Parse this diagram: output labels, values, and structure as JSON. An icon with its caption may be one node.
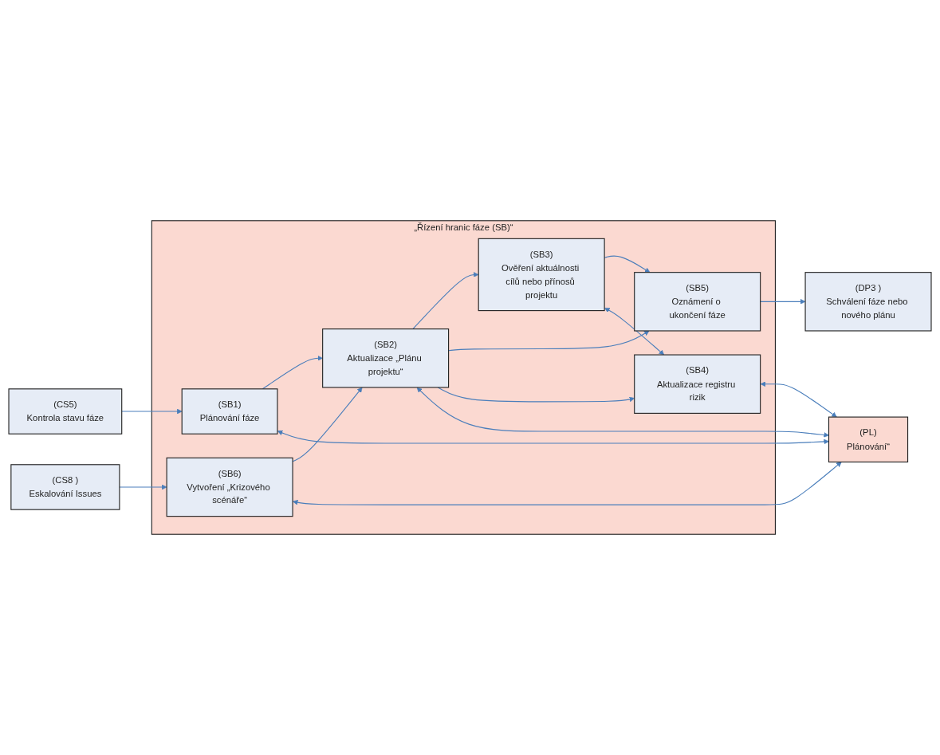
{
  "diagram": {
    "nodes": [
      {
        "text": [
          "„Řízení hranic fáze (SB)“"
        ]
      },
      {
        "text": [
          "(SB5)",
          "Oznámení o ukončení fáze"
        ],
        "in": 0
      },
      {
        "text": [
          "(DP3 )",
          "Schválení fáze nebo nového plánu"
        ]
      },
      {
        "text": [
          "(CS5)",
          "Kontrola stavu fáze"
        ]
      },
      {
        "text": [
          "(SB1)",
          "Plánování fáze"
        ],
        "in": 0
      },
      {
        "text": [
          "(SB2)",
          "Aktualizace „Plánu projektu“"
        ],
        "in": 0
      },
      {
        "text": [
          "(SB3)",
          "Ověření aktuálnosti cílů nebo přínosů projektu"
        ],
        "in": 0
      },
      {
        "text": [
          "(CS8 )",
          "Eskalování Issues"
        ]
      },
      {
        "text": [
          "(SB6)",
          "Vytvoření „Krizového scénáře“"
        ],
        "in": 0
      },
      {
        "text": [
          "(SB4)",
          "Aktualizace registru rizik"
        ],
        "in": 0
      },
      {
        "text": [
          "(PL)",
          "Plánování“"
        ]
      }
    ],
    "edges": [
      {
        "from": 3,
        "to": 4,
        "arrow": "to"
      },
      {
        "from": 4,
        "to": 5,
        "arrow": "to"
      },
      {
        "from": 5,
        "to": 6,
        "arrow": "to"
      },
      {
        "from": 5,
        "to": 1,
        "arrow": "to"
      },
      {
        "from": 6,
        "to": 1,
        "arrow": "to"
      },
      {
        "from": 1,
        "to": 2,
        "arrow": "to"
      },
      {
        "from": 7,
        "to": 8,
        "arrow": "to"
      },
      {
        "from": 8,
        "to": 5,
        "arrow": "to"
      },
      {
        "from": 5,
        "to": 9,
        "arrow": "to"
      },
      {
        "from": 6,
        "to": 9,
        "arrow": "both"
      },
      {
        "from": 4,
        "to": 10,
        "arrow": "both"
      },
      {
        "from": 8,
        "to": 10,
        "arrow": "both"
      },
      {
        "from": 9,
        "to": 10,
        "arrow": "both"
      },
      {
        "from": 5,
        "to": 10,
        "arrow": "both"
      }
    ]
  }
}
